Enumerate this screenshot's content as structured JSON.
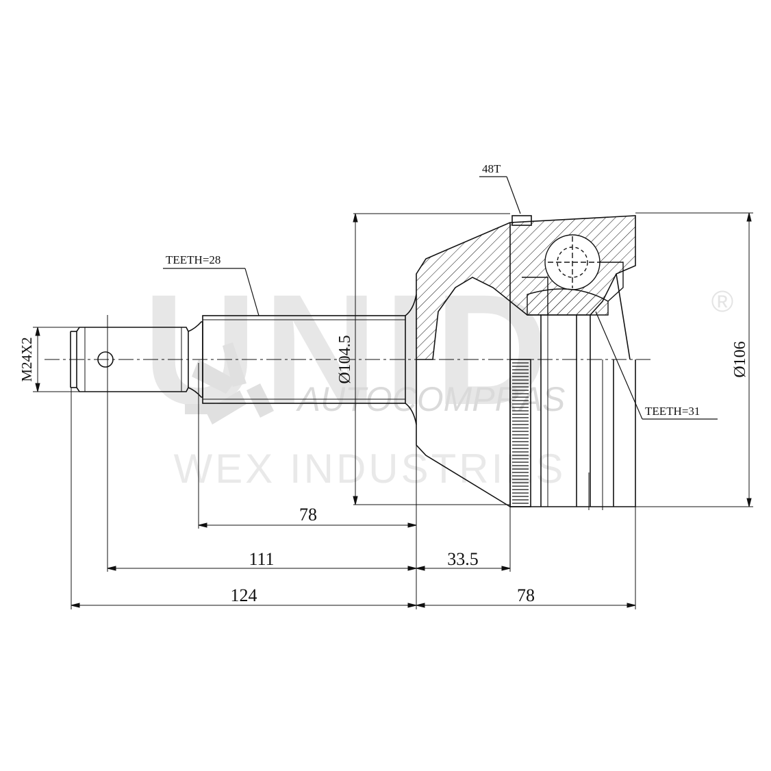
{
  "drawing": {
    "labels": {
      "thread": "M24X2",
      "outer_splines": "TEETH=28",
      "abs_ring": "48T",
      "inner_splines": "TEETH=31",
      "dia_body": "Ø104.5",
      "dia_outer": "Ø106"
    },
    "dimensions": {
      "shaft_length": "78",
      "to_face": "111",
      "ring_offset": "33.5",
      "total_left": "124",
      "total_right": "78"
    },
    "watermark": {
      "brand": "UNID",
      "registered": "®",
      "sub_brand": "AUTOCOMPRAS",
      "company": "WEX INDUSTRIES"
    },
    "colors": {
      "line": "#111111",
      "watermark": "#d4d4d4"
    }
  }
}
